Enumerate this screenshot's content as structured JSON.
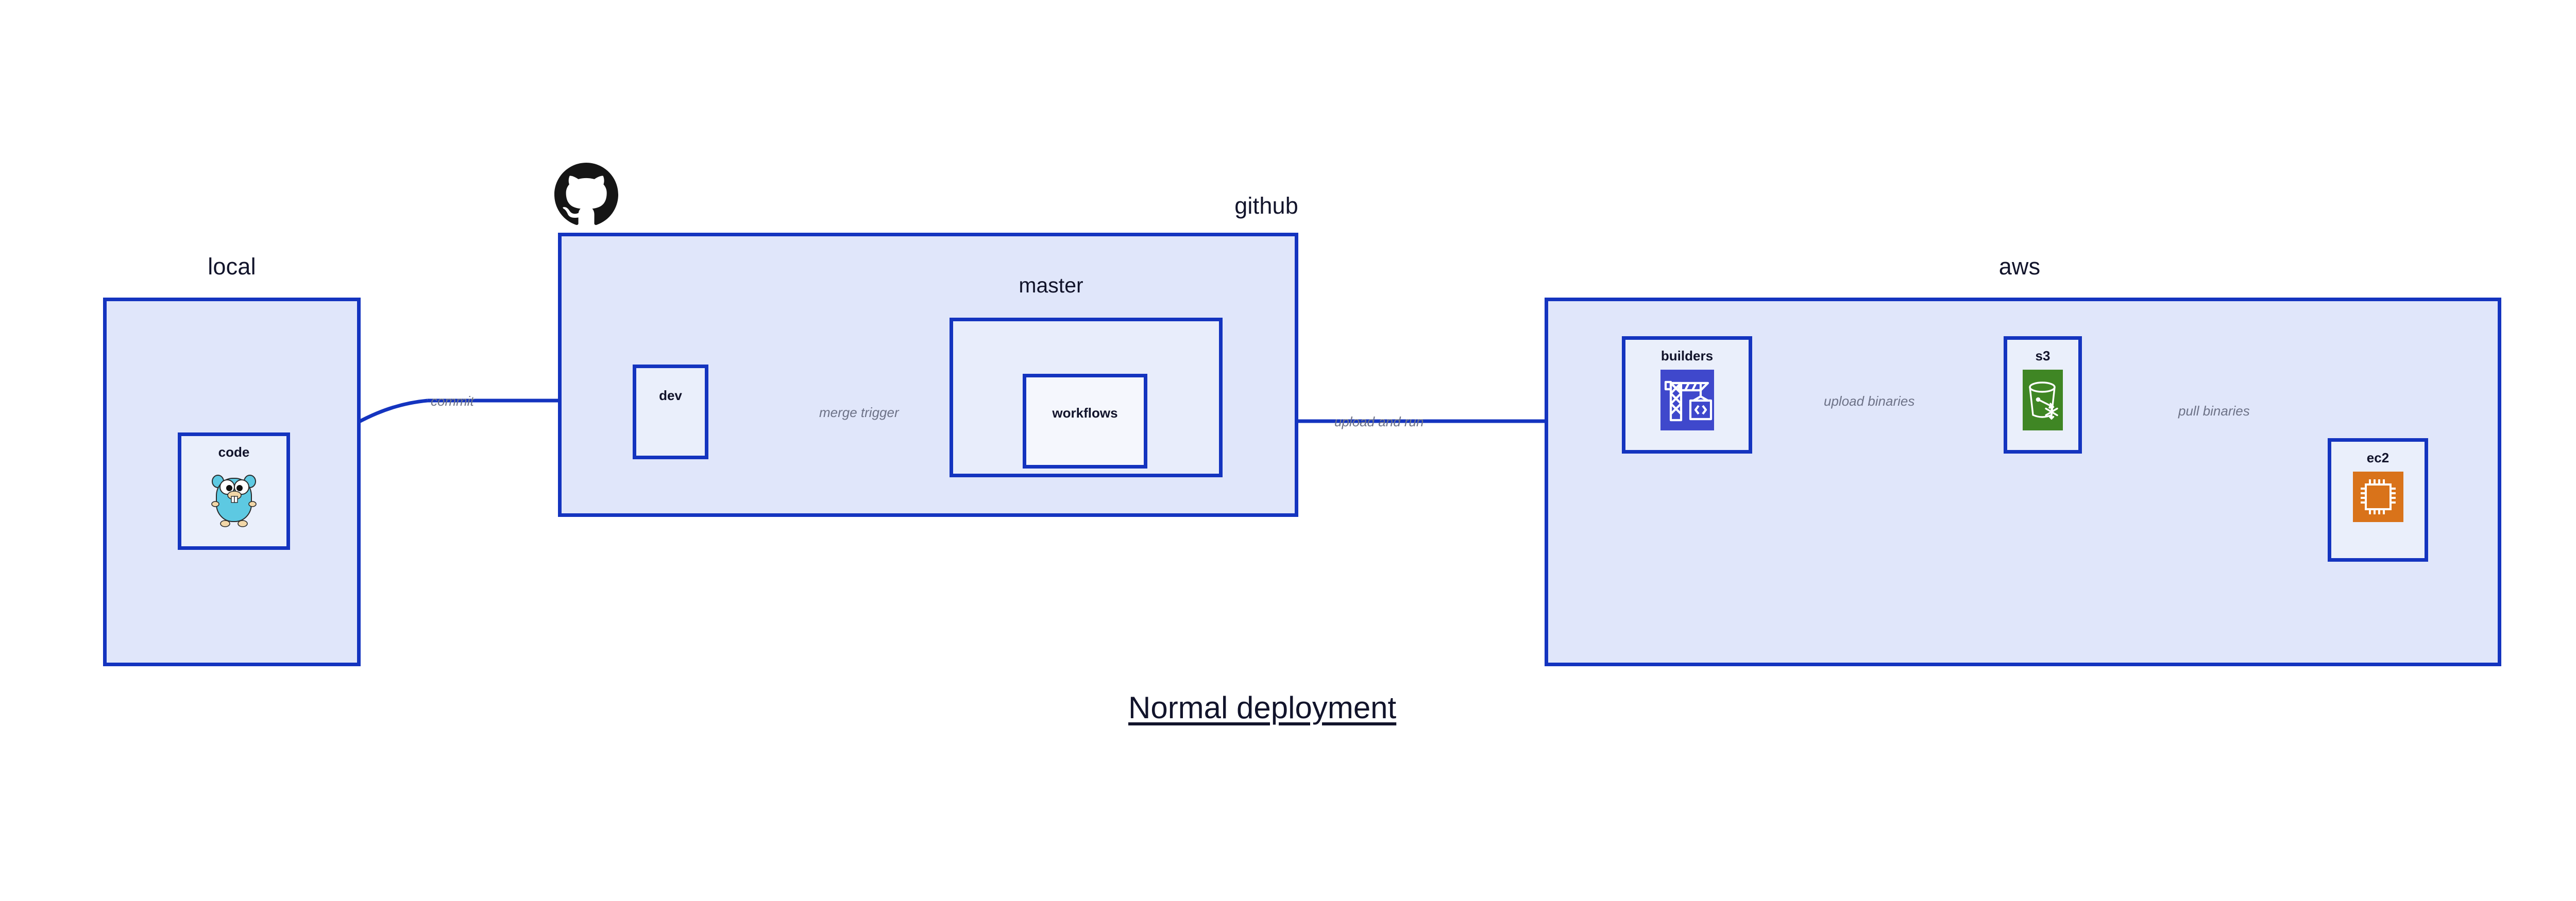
{
  "caption": {
    "text": "Normal deployment"
  },
  "palette": {
    "edge_blue": "#1434bf",
    "group_fill": "#e0e6fa",
    "sub_fill": "#e8edfb",
    "node_fill": "#eaeffb",
    "node_fill_bright": "#f5f7fd",
    "label_text": "#12142b",
    "edge_label_text": "#6d7287",
    "codebuild_blue": "#3f48cc",
    "s3_green": "#3f8624",
    "ec2_orange": "#d9731a",
    "gopher_cyan": "#5dc9e2",
    "github_black": "#151515"
  },
  "groups": [
    {
      "id": "local",
      "label": "local"
    },
    {
      "id": "github",
      "label": "github"
    },
    {
      "id": "aws",
      "label": "aws"
    }
  ],
  "subgroups": [
    {
      "id": "master",
      "label": "master",
      "parent": "github"
    }
  ],
  "nodes": [
    {
      "id": "code",
      "label": "code",
      "icon": "go-gopher-icon",
      "parent": "local"
    },
    {
      "id": "dev",
      "label": "dev",
      "icon": null,
      "parent": "github"
    },
    {
      "id": "workflows",
      "label": "workflows",
      "icon": null,
      "parent": "master"
    },
    {
      "id": "builders",
      "label": "builders",
      "icon": "aws-codebuild-icon",
      "parent": "aws"
    },
    {
      "id": "s3",
      "label": "s3",
      "icon": "aws-s3-glacier-icon",
      "parent": "aws"
    },
    {
      "id": "ec2",
      "label": "ec2",
      "icon": "aws-ec2-icon",
      "parent": "aws"
    }
  ],
  "edges": [
    {
      "id": "commit",
      "label": "commit",
      "from": "code",
      "to": "dev"
    },
    {
      "id": "merge-trigger",
      "label": "merge trigger",
      "from": "dev",
      "to": "workflows"
    },
    {
      "id": "upload-and-run",
      "label": "upload and run",
      "from": "workflows",
      "to": "builders"
    },
    {
      "id": "upload-binaries",
      "label": "upload binaries",
      "from": "builders",
      "to": "s3"
    },
    {
      "id": "pull-binaries",
      "label": "pull binaries",
      "from": "s3",
      "to": "ec2"
    }
  ],
  "logos": [
    {
      "id": "github-logo",
      "name": "github-octocat-icon"
    }
  ]
}
